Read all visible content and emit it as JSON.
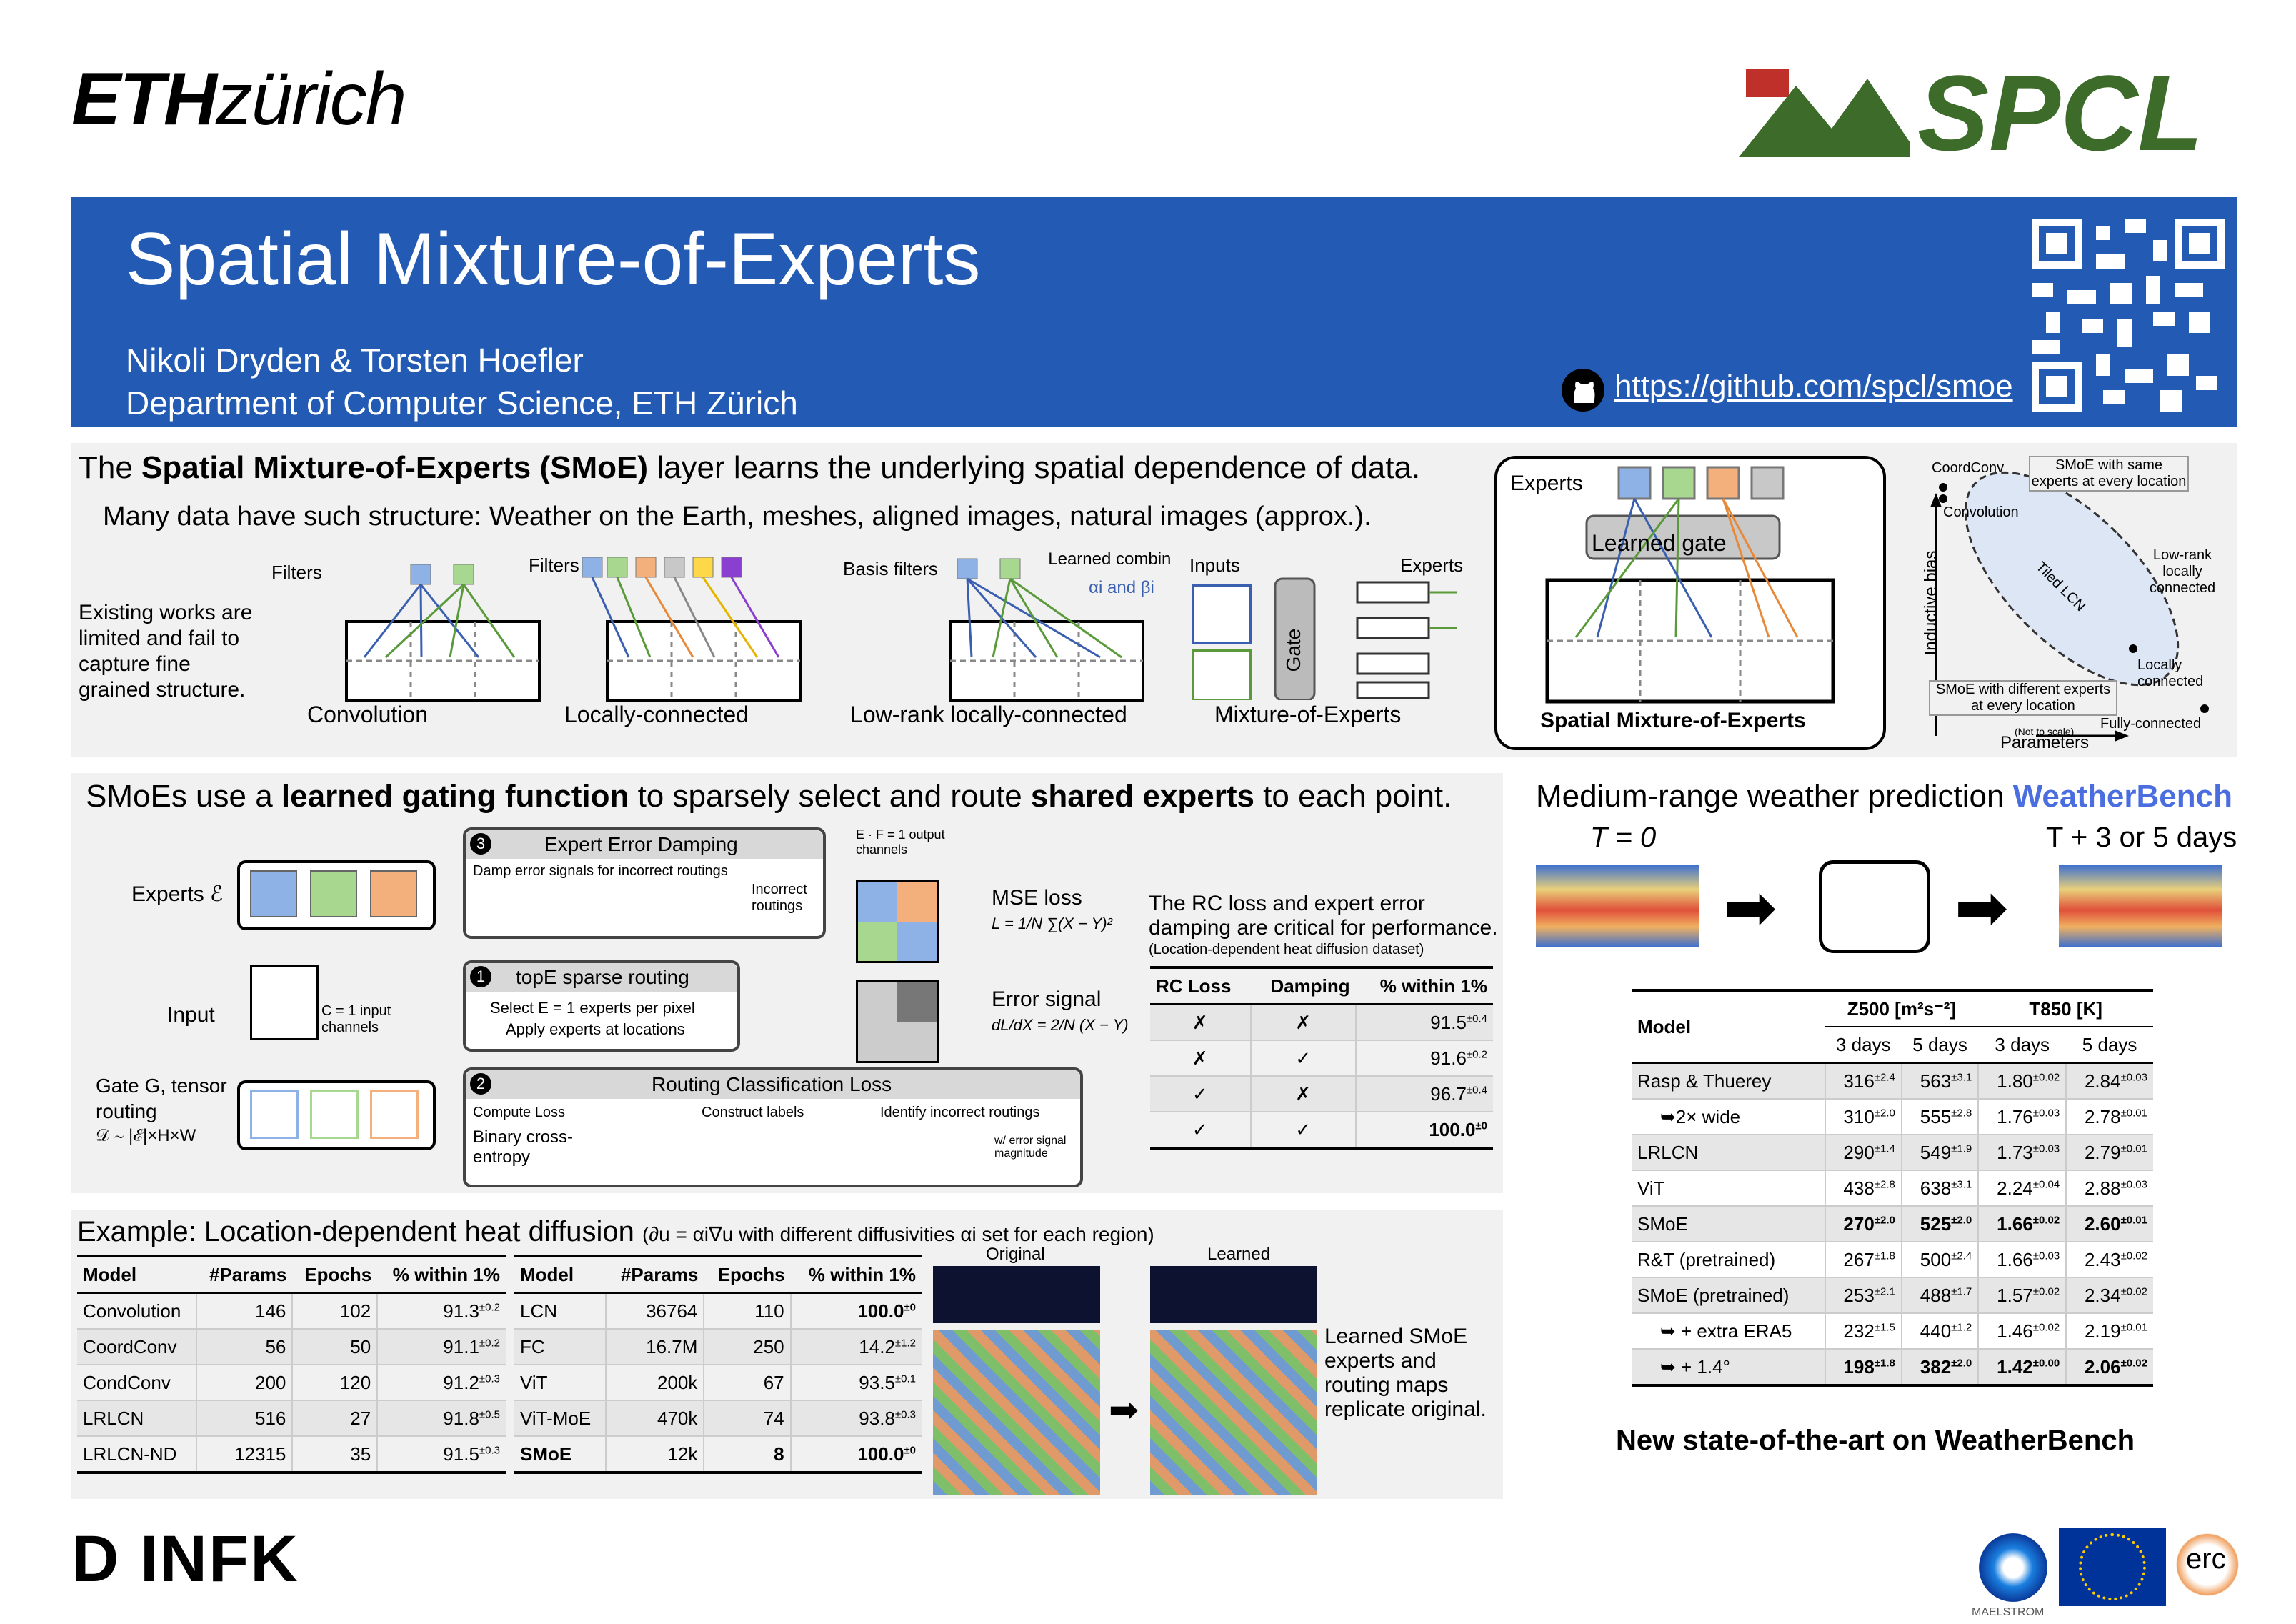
{
  "logos": {
    "eth_bold": "ETH",
    "eth_light": "zürich",
    "spcl": "SPCL",
    "dinfk": "D INFK",
    "maelstrom": "MAELSTROM",
    "erc": "erc"
  },
  "header": {
    "title": "Spatial Mixture-of-Experts",
    "authors": "Nikoli Dryden & Torsten Hoefler",
    "affiliation": "Department of Computer Science, ETH Zürich",
    "link": "https://github.com/spcl/smoe"
  },
  "intro": {
    "line1_pre": "The ",
    "line1_bold": "Spatial Mixture-of-Experts (SMoE)",
    "line1_post": " layer learns the underlying spatial dependence of data.",
    "line2": "Many data have such structure: Weather on the Earth, meshes, aligned images, natural images (approx.).",
    "existing": "Existing works are limited and fail to capture fine grained structure.",
    "captions": {
      "conv": "Convolution",
      "lc": "Locally-connected",
      "lrlc": "Low-rank locally-connected",
      "moe": "Mixture-of-Experts",
      "smoe": "Spatial Mixture-of-Experts"
    },
    "labels": {
      "filters": "Filters",
      "basis": "Basis filters",
      "combiners": "Learned combiners",
      "combiners_ab": "αi and βi",
      "inputs": "Inputs",
      "experts": "Experts",
      "gate": "Gate",
      "learned_gate": "Learned gate"
    },
    "spectrum": {
      "coordconv": "CoordConv",
      "same": "SMoE with same experts at every location",
      "convolution": "Convolution",
      "lowrank": "Low-rank locally connected",
      "tiled": "Tiled LCN",
      "local": "Locally connected",
      "different": "SMoE with different experts at every location",
      "fc": "Fully-connected",
      "notscale": "(Not to scale)",
      "ylabel": "Inductive bias",
      "xlabel": "Parameters"
    }
  },
  "gating": {
    "headline_pre": "SMoEs use a ",
    "headline_b1": "learned gating function",
    "headline_mid": " to sparsely select and route ",
    "headline_b2": "shared experts",
    "headline_post": " to each point.",
    "experts_label": "Experts ℰ",
    "input_label": "Input",
    "channels": "C = 1 input channels",
    "gate_label": "Gate G, tensor routing",
    "gate_dim": "𝒟 ∼ |ℰ|×H×W",
    "damping_title": "Expert Error Damping",
    "damping_desc": "Damp error signals for incorrect routings",
    "incorrect": "Incorrect routings",
    "topk_title": "topE sparse routing",
    "topk_line1": "Select E = 1 experts per pixel",
    "topk_line2": "Apply experts at locations",
    "output_ch": "E · F = 1 output channels",
    "mse": "MSE loss",
    "mse_eq": "L = 1/N ∑(X − Y)²",
    "err_signal": "Error signal",
    "err_eq": "dL/dX = 2/N (X − Y)",
    "rc_title": "Routing Classification Loss",
    "compute": "Compute Loss",
    "bce": "Binary cross-entropy",
    "construct": "Construct labels",
    "identify": "Identify incorrect routings",
    "magnitude": "w/ error signal magnitude",
    "num1": "1",
    "num2": "2",
    "num3": "3",
    "rc_note1": "The RC loss and expert error damping are critical for performance.",
    "rc_note2": "(Location-dependent heat diffusion dataset)"
  },
  "rc_table": {
    "headers": [
      "RC Loss",
      "Damping",
      "% within 1%"
    ],
    "rows": [
      {
        "rc": "✗",
        "damp": "✗",
        "val": "91.5",
        "pm": "±0.4",
        "bold": false
      },
      {
        "rc": "✗",
        "damp": "✓",
        "val": "91.6",
        "pm": "±0.2",
        "bold": false
      },
      {
        "rc": "✓",
        "damp": "✗",
        "val": "96.7",
        "pm": "±0.4",
        "bold": false
      },
      {
        "rc": "✓",
        "damp": "✓",
        "val": "100.0",
        "pm": "±0",
        "bold": true
      }
    ]
  },
  "heat": {
    "title": "Example: Location-dependent heat diffusion",
    "subtitle": "(∂u = αi∇u with different diffusivities αi set for each region)",
    "headers": [
      "Model",
      "#Params",
      "Epochs",
      "% within 1%"
    ],
    "left": [
      {
        "model": "Convolution",
        "params": "146",
        "epochs": "102",
        "val": "91.3",
        "pm": "±0.2"
      },
      {
        "model": "CoordConv",
        "params": "56",
        "epochs": "50",
        "val": "91.1",
        "pm": "±0.2"
      },
      {
        "model": "CondConv",
        "params": "200",
        "epochs": "120",
        "val": "91.2",
        "pm": "±0.3"
      },
      {
        "model": "LRLCN",
        "params": "516",
        "epochs": "27",
        "val": "91.8",
        "pm": "±0.5"
      },
      {
        "model": "LRLCN-ND",
        "params": "12315",
        "epochs": "35",
        "val": "91.5",
        "pm": "±0.3"
      }
    ],
    "right": [
      {
        "model": "LCN",
        "params": "36764",
        "epochs": "110",
        "val": "100.0",
        "pm": "±0"
      },
      {
        "model": "FC",
        "params": "16.7M",
        "epochs": "250",
        "val": "14.2",
        "pm": "±1.2"
      },
      {
        "model": "ViT",
        "params": "200k",
        "epochs": "67",
        "val": "93.5",
        "pm": "±0.1"
      },
      {
        "model": "ViT-MoE",
        "params": "470k",
        "epochs": "74",
        "val": "93.8",
        "pm": "±0.3"
      },
      {
        "model": "SMoE",
        "params": "12k",
        "epochs": "8",
        "val": "100.0",
        "pm": "±0"
      }
    ],
    "original": "Original",
    "learned": "Learned",
    "note": "Learned SMoE experts and routing maps replicate original."
  },
  "weather": {
    "title": "Medium-range weather prediction",
    "brand": "WeatherBench",
    "t0": "T = 0",
    "t1": "T + 3 or 5 days",
    "headers": {
      "model": "Model",
      "z500": "Z500 [m²s⁻²]",
      "t850": "T850 [K]",
      "d3": "3 days",
      "d5": "5 days"
    },
    "rows": [
      {
        "model": "Rasp & Thuerey",
        "a": "316",
        "ap": "±2.4",
        "b": "563",
        "bp": "±3.1",
        "c": "1.80",
        "cp": "±0.02",
        "d": "2.84",
        "dp": "±0.03",
        "bold": false,
        "shade": true
      },
      {
        "model": "➥2× wide",
        "a": "310",
        "ap": "±2.0",
        "b": "555",
        "bp": "±2.8",
        "c": "1.76",
        "cp": "±0.03",
        "d": "2.78",
        "dp": "±0.01",
        "bold": false,
        "shade": false
      },
      {
        "model": "LRLCN",
        "a": "290",
        "ap": "±1.4",
        "b": "549",
        "bp": "±1.9",
        "c": "1.73",
        "cp": "±0.03",
        "d": "2.79",
        "dp": "±0.01",
        "bold": false,
        "shade": true
      },
      {
        "model": "ViT",
        "a": "438",
        "ap": "±2.8",
        "b": "638",
        "bp": "±3.1",
        "c": "2.24",
        "cp": "±0.04",
        "d": "2.88",
        "dp": "±0.03",
        "bold": false,
        "shade": false
      },
      {
        "model": "SMoE",
        "a": "270",
        "ap": "±2.0",
        "b": "525",
        "bp": "±2.0",
        "c": "1.66",
        "cp": "±0.02",
        "d": "2.60",
        "dp": "±0.01",
        "bold": true,
        "shade": true
      },
      {
        "model": "R&T (pretrained)",
        "a": "267",
        "ap": "±1.8",
        "b": "500",
        "bp": "±2.4",
        "c": "1.66",
        "cp": "±0.03",
        "d": "2.43",
        "dp": "±0.02",
        "bold": false,
        "shade": false
      },
      {
        "model": "SMoE (pretrained)",
        "a": "253",
        "ap": "±2.1",
        "b": "488",
        "bp": "±1.7",
        "c": "1.57",
        "cp": "±0.02",
        "d": "2.34",
        "dp": "±0.02",
        "bold": false,
        "shade": true
      },
      {
        "model": "➥ + extra ERA5",
        "a": "232",
        "ap": "±1.5",
        "b": "440",
        "bp": "±1.2",
        "c": "1.46",
        "cp": "±0.02",
        "d": "2.19",
        "dp": "±0.01",
        "bold": false,
        "shade": false
      },
      {
        "model": "➥ + 1.4°",
        "a": "198",
        "ap": "±1.8",
        "b": "382",
        "bp": "±2.0",
        "c": "1.42",
        "cp": "±0.00",
        "d": "2.06",
        "dp": "±0.02",
        "bold": true,
        "shade": true
      }
    ],
    "sota": "New state-of-the-art on WeatherBench"
  },
  "colors": {
    "header_blue": "#225ab4",
    "expert_blue": "#8fb2e6",
    "expert_green": "#a8d890",
    "expert_orange": "#f4b07c",
    "expert_gray": "#c8c8c8",
    "spcl_green": "#3d6b2a"
  }
}
